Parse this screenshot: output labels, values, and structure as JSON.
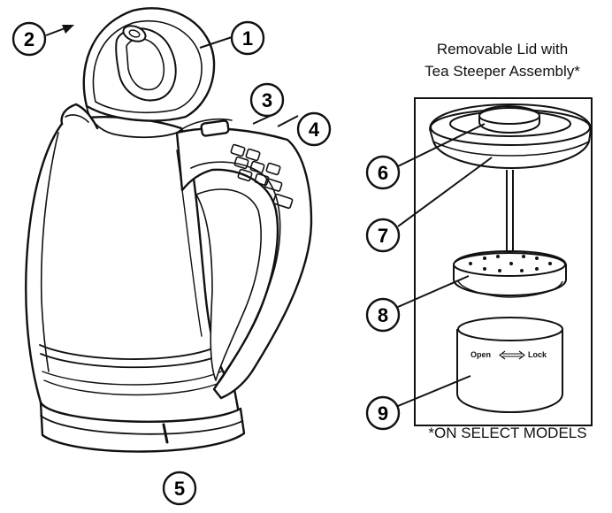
{
  "callouts": [
    "1",
    "2",
    "3",
    "4",
    "5",
    "6",
    "7",
    "8",
    "9"
  ],
  "lid_box": {
    "caption_line1": "Removable Lid with",
    "caption_line2": "Tea Steeper Assembly*"
  },
  "steeper_label": {
    "open": "Open",
    "lock": "Lock"
  },
  "footnote": "*ON SELECT MODELS"
}
